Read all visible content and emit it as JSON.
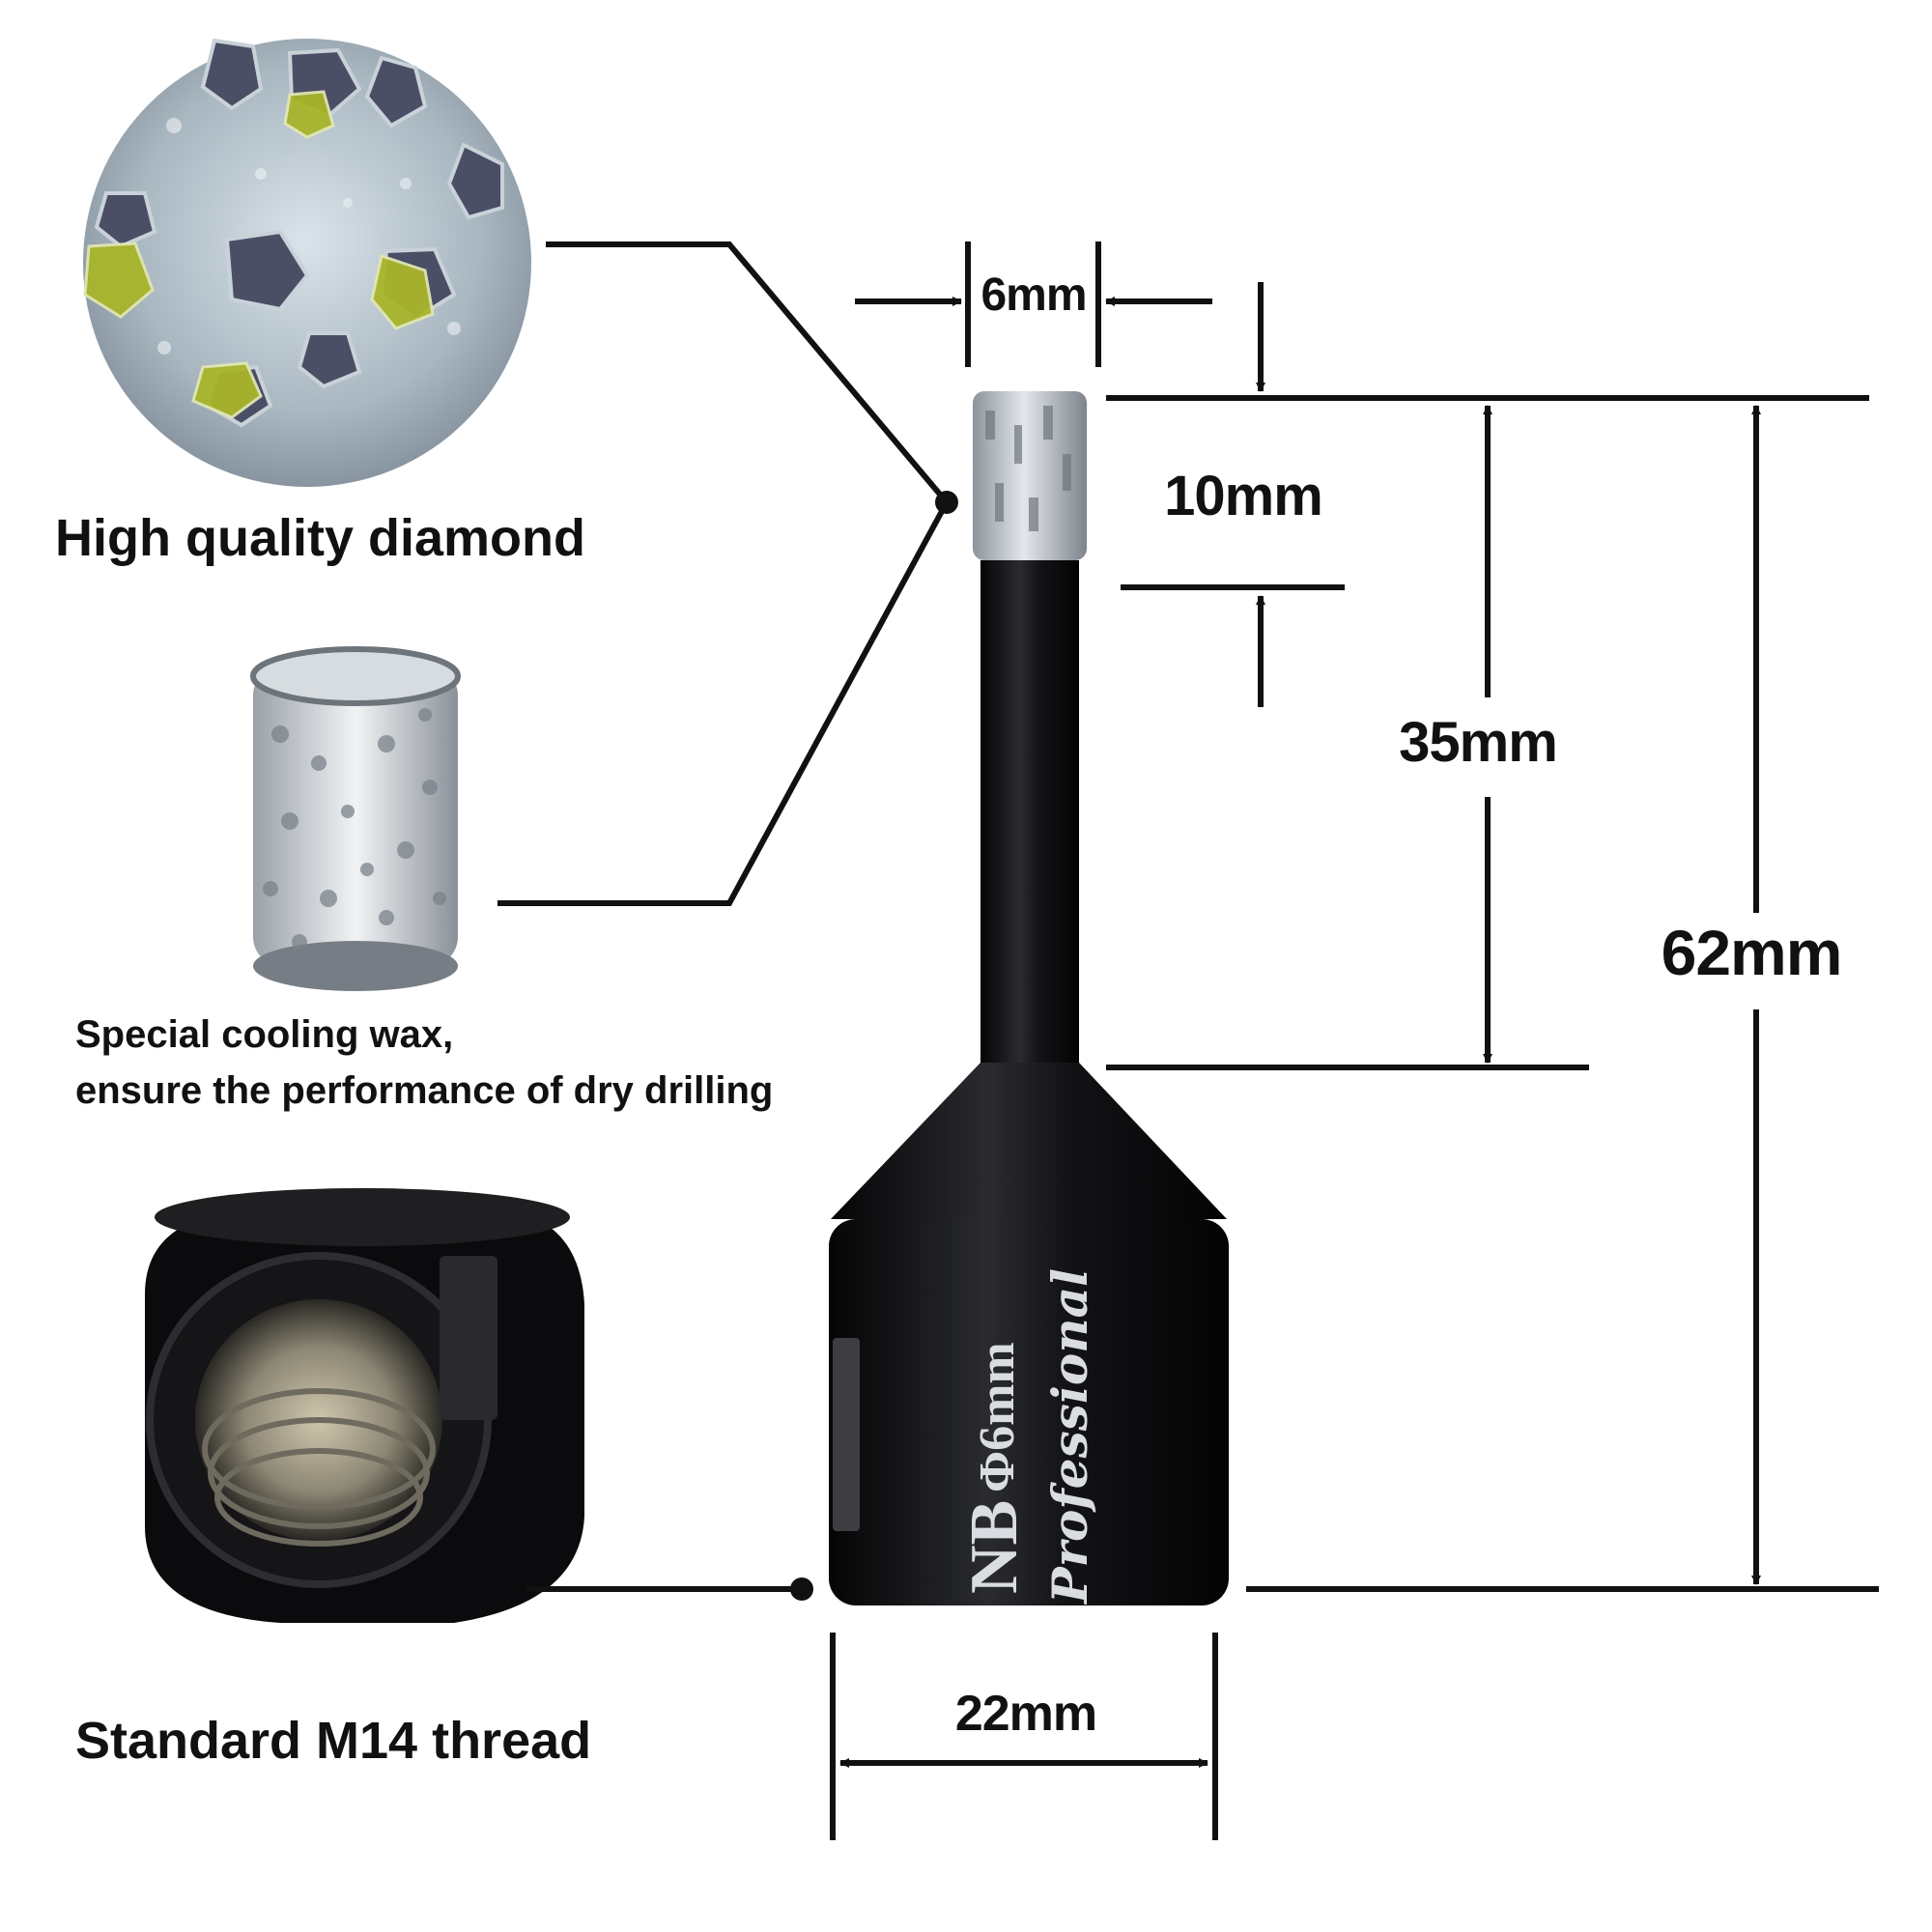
{
  "colors": {
    "ink": "#111111",
    "background": "#ffffff",
    "bit_body": "#0d0d0f",
    "diamond_segment": "#b9bec4"
  },
  "dimensions": {
    "tip_diameter": "6mm",
    "segment_length": "10mm",
    "shaft_length": "35mm",
    "total_length": "62mm",
    "body_diameter": "22mm"
  },
  "callouts": {
    "diamond_title": "High quality diamond",
    "wax_line1": "Special cooling wax,",
    "wax_line2": "ensure the performance of dry drilling",
    "thread_title": "Standard M14 thread"
  },
  "product_marking": {
    "brand": "NB",
    "size": "Φ6mm",
    "series": "Professional"
  },
  "icons": {
    "diamond_closeup": "diamond-grit-closeup-image",
    "segment_closeup": "diamond-segment-closeup-image",
    "thread_closeup": "m14-thread-nut-image"
  }
}
